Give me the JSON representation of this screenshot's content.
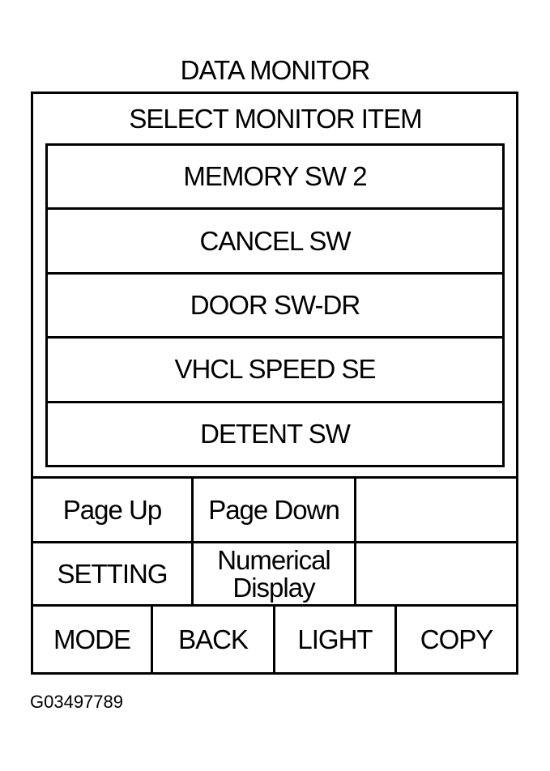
{
  "screen": {
    "title": "DATA MONITOR",
    "header": "SELECT MONITOR ITEM"
  },
  "monitor_items": [
    {
      "label": "MEMORY SW 2"
    },
    {
      "label": "CANCEL SW"
    },
    {
      "label": "DOOR SW-DR"
    },
    {
      "label": "VHCL SPEED SE"
    },
    {
      "label": "DETENT SW"
    }
  ],
  "controls": {
    "page_up": "Page Up",
    "page_down": "Page Down",
    "setting": "SETTING",
    "numerical_line1": "Numerical",
    "numerical_line2": "Display",
    "mode": "MODE",
    "back": "BACK",
    "light": "LIGHT",
    "copy": "COPY"
  },
  "figure_id": "G03497789"
}
